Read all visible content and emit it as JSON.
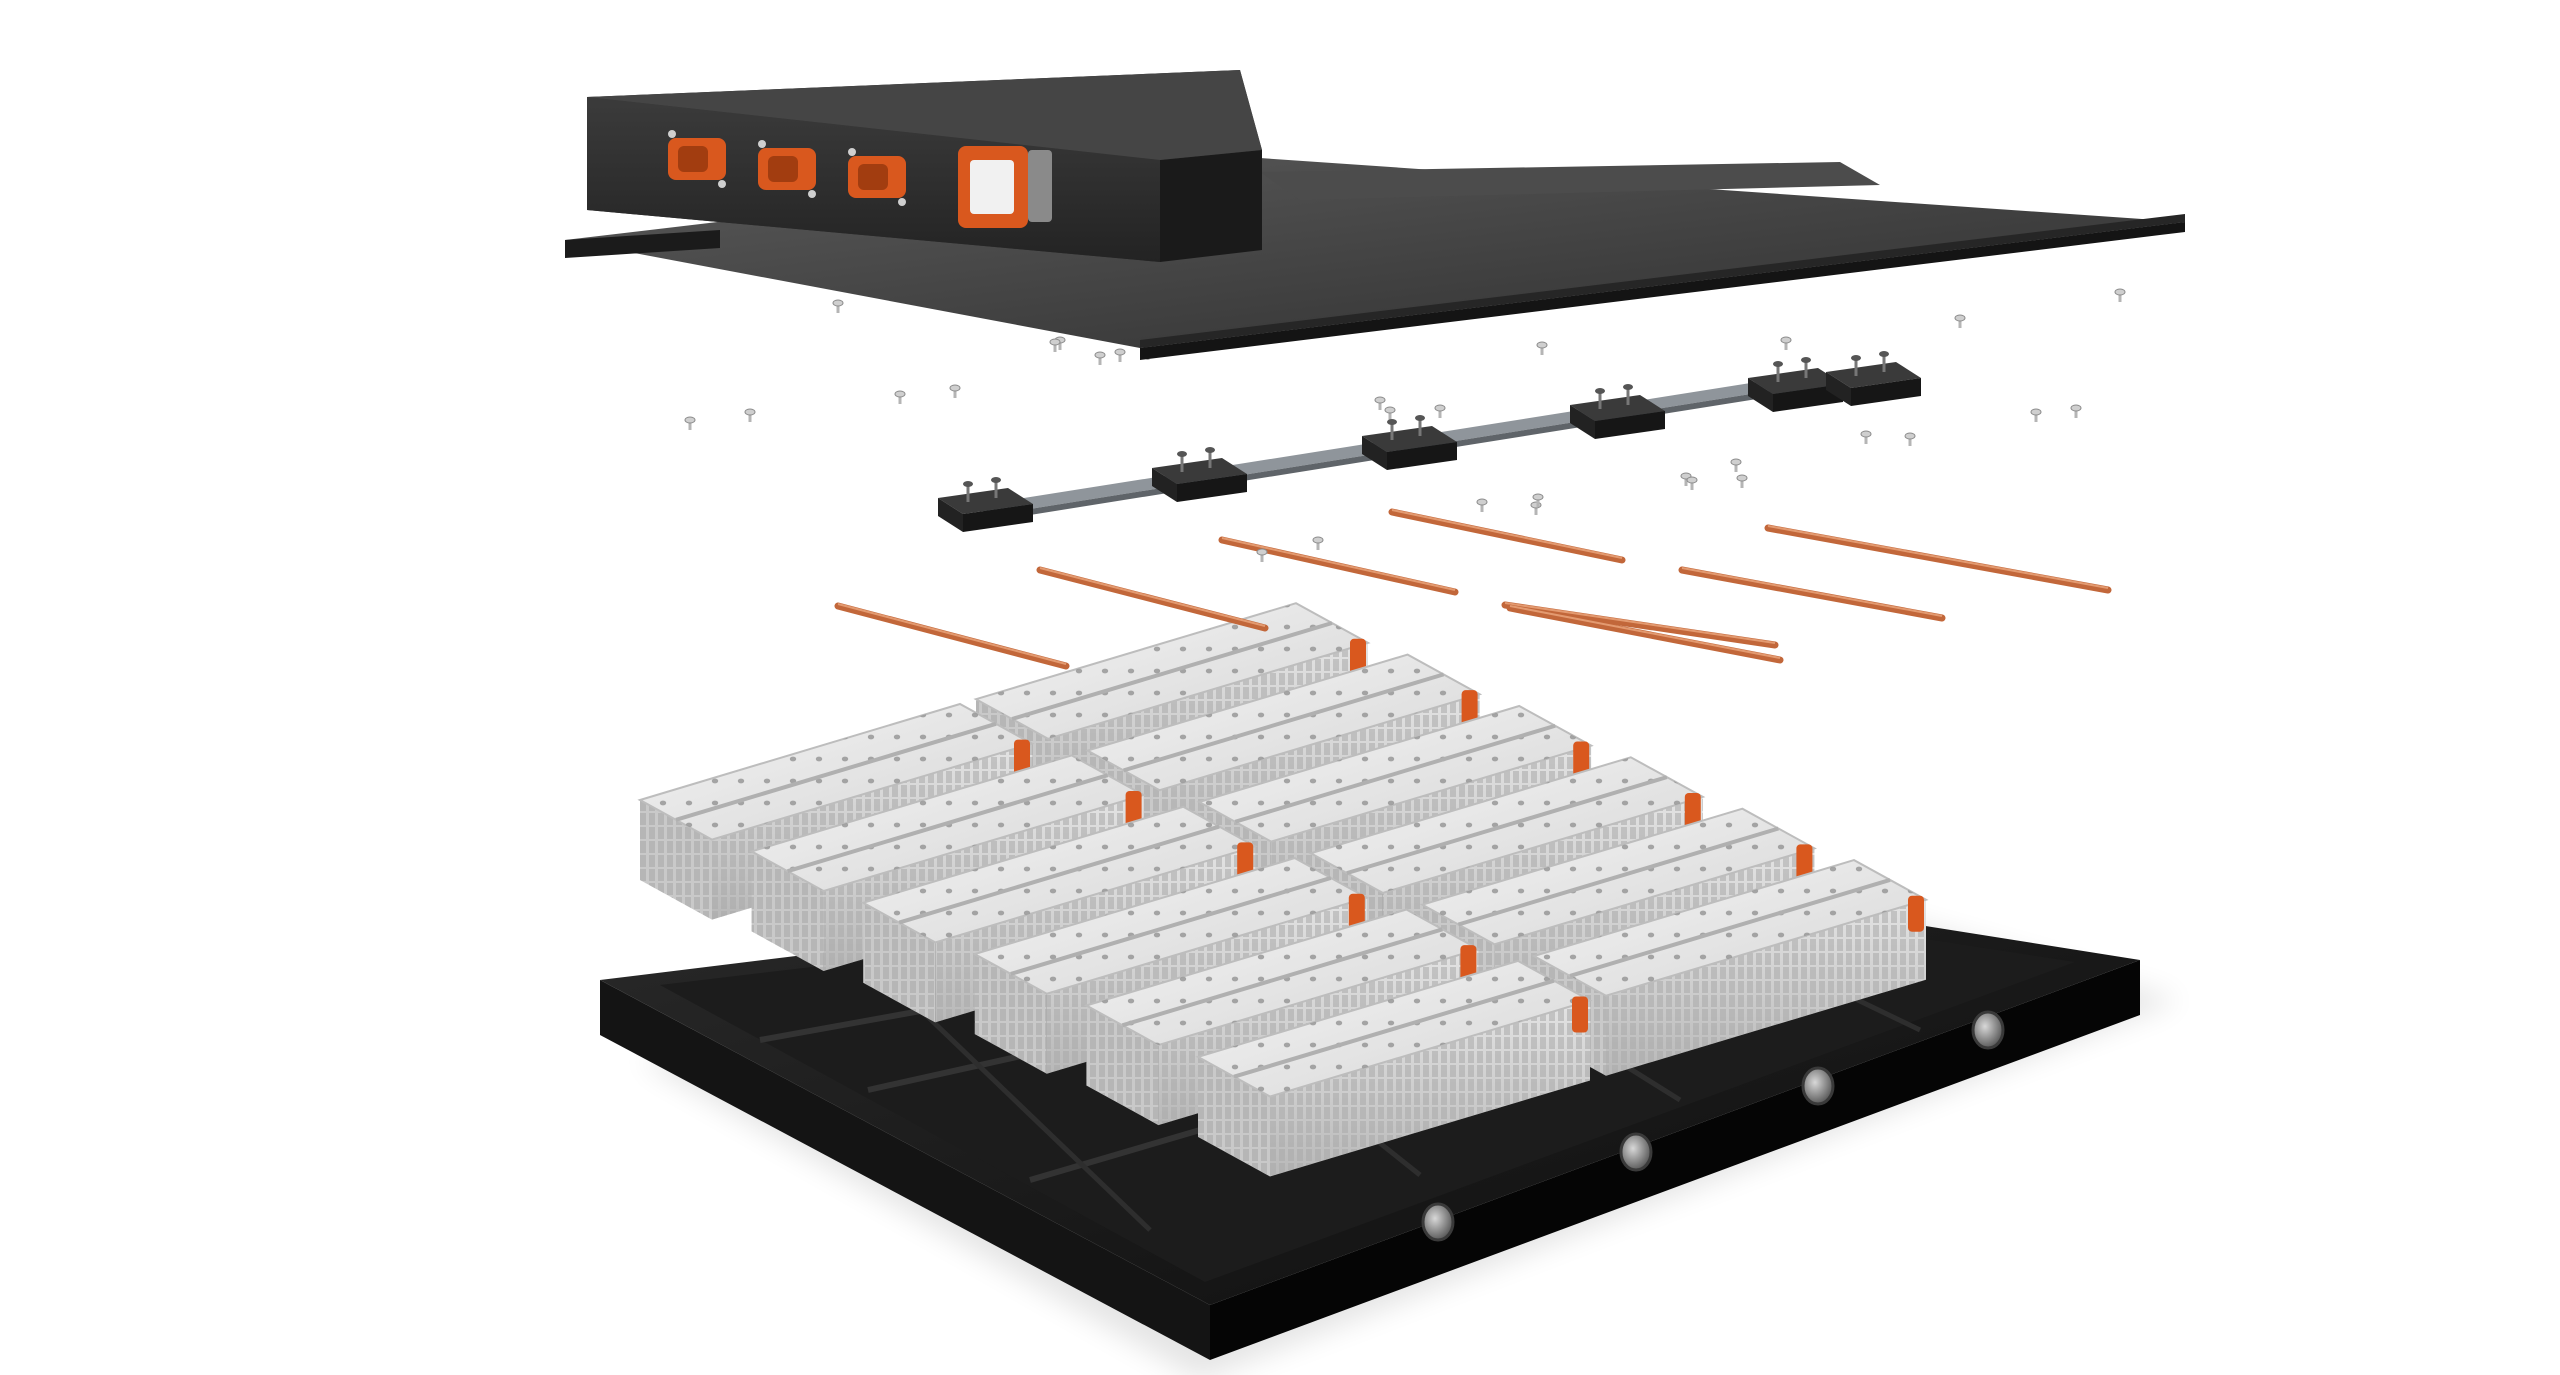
{
  "colors": {
    "background": "#ffffff",
    "housing": "#1e1e1e",
    "housing_top": "#3a3a3a",
    "cover": "#3c3c3c",
    "cover_edge": "#1a1a1a",
    "connector": "#d9581e",
    "connector_dark": "#a23d10",
    "busbar": "#c2673a",
    "module_top": "#e9e9e9",
    "module_side": "#cfcfcf",
    "tray": "#111111",
    "tray_inner": "#262626",
    "rail": "#9aa0a6",
    "fastener": "#b5b5b5",
    "port": "#8a8a8a"
  },
  "icons": {
    "connectors": [
      "hv-connector-icon",
      "hv-connector-icon",
      "hv-connector-icon",
      "service-disconnect-icon"
    ],
    "fastener": "bolt-icon"
  },
  "counts": {
    "top_connectors": 4,
    "rail_brackets": 6,
    "busbars": 8,
    "modules": 12,
    "tray_ports": 4
  }
}
